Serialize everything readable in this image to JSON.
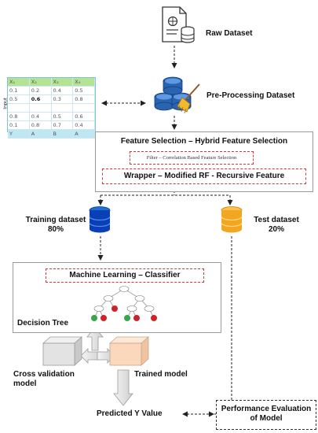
{
  "raw_dataset": {
    "label": "Raw Dataset"
  },
  "preprocessing": {
    "label": "Pre-Processing Dataset"
  },
  "input_table": {
    "side_label": "Input",
    "headers": [
      "X₁",
      "X₂",
      "X₃",
      "X₄"
    ],
    "rows": [
      [
        "0.1",
        "0.2",
        "0.4",
        "0.5"
      ],
      [
        "0.5",
        "0.6",
        "0.3",
        "0.8"
      ],
      [
        "",
        "",
        "",
        ""
      ],
      [
        "0.8",
        "0.4",
        "0.5",
        "0.6"
      ],
      [
        "0.1",
        "0.8",
        "0.7",
        "0.4"
      ]
    ],
    "footer": [
      "Y",
      "A",
      "B",
      "A"
    ]
  },
  "feature_selection": {
    "title": "Feature Selection – Hybrid Feature Selection",
    "filter": "Filter – Correlation Based Feature Selection",
    "wrapper": "Wrapper – Modified RF - Recursive Feature"
  },
  "training": {
    "line1": "Training dataset",
    "line2": "80%"
  },
  "test": {
    "line1": "Test dataset",
    "line2": "20%"
  },
  "ml": {
    "title": "Machine Learning – Classifier",
    "tree_label": "Decision Tree"
  },
  "cross_validation": {
    "line1": "Cross validation",
    "line2": "model"
  },
  "trained_model": {
    "label": "Trained model"
  },
  "predicted": {
    "label": "Predicted Y Value"
  },
  "performance": {
    "line1": "Performance Evaluation",
    "line2": "of Model"
  },
  "colors": {
    "db_blue": "#1f6fd1",
    "db_dark_blue": "#0b3fb8",
    "db_orange": "#f3a622",
    "red_dash": "#d23a3a",
    "table_header": "#b4e394",
    "table_footer": "#bfe7f3"
  }
}
